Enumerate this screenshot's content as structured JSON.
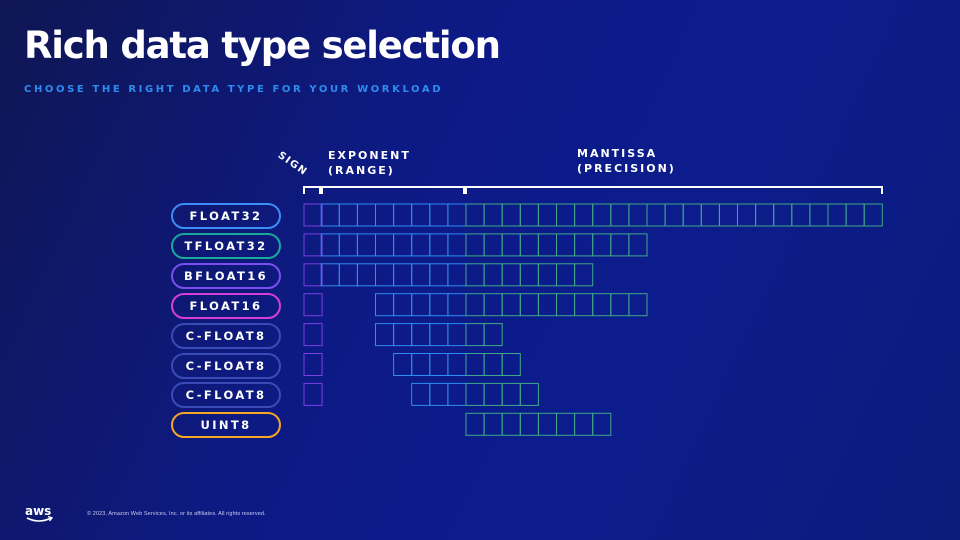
{
  "title": "Rich data type selection",
  "subtitle": "CHOOSE THE RIGHT DATA TYPE FOR YOUR WORKLOAD",
  "headers": {
    "sign": "SIGN",
    "exponent_line1": "EXPONENT",
    "exponent_line2": "(RANGE)",
    "mantissa_line1": "MANTISSA",
    "mantissa_line2": "(PRECISION)"
  },
  "colors": {
    "sign": "#7b3fe4",
    "exponent": "#2f8cf0",
    "mantissa": "#3ea98a",
    "subtitle": "#2e8cf0"
  },
  "data_types": [
    {
      "name": "FLOAT32",
      "sign_bits": 1,
      "exponent_bits": 8,
      "mantissa_bits": 23,
      "pill_color": "#3b8cf6"
    },
    {
      "name": "TFLOAT32",
      "sign_bits": 1,
      "exponent_bits": 8,
      "mantissa_bits": 10,
      "pill_color": "#1aa89a"
    },
    {
      "name": "BFLOAT16",
      "sign_bits": 1,
      "exponent_bits": 8,
      "mantissa_bits": 7,
      "pill_color": "#7a4ef0"
    },
    {
      "name": "FLOAT16",
      "sign_bits": 1,
      "exponent_bits": 5,
      "mantissa_bits": 10,
      "pill_color": "#d63fd6"
    },
    {
      "name": "C-FLOAT8",
      "sign_bits": 1,
      "exponent_bits": 5,
      "mantissa_bits": 2,
      "pill_color": "#3a4bb8"
    },
    {
      "name": "C-FLOAT8",
      "sign_bits": 1,
      "exponent_bits": 4,
      "mantissa_bits": 3,
      "pill_color": "#3a4bb8"
    },
    {
      "name": "C-FLOAT8",
      "sign_bits": 1,
      "exponent_bits": 3,
      "mantissa_bits": 4,
      "pill_color": "#3a4bb8"
    },
    {
      "name": "UINT8",
      "sign_bits": 0,
      "exponent_bits": 0,
      "mantissa_bits": 8,
      "pill_color": "#f5a623"
    }
  ],
  "footer": {
    "logo_text": "aws",
    "copyright": "© 2023, Amazon Web Services, Inc. or its affiliates. All rights reserved."
  }
}
